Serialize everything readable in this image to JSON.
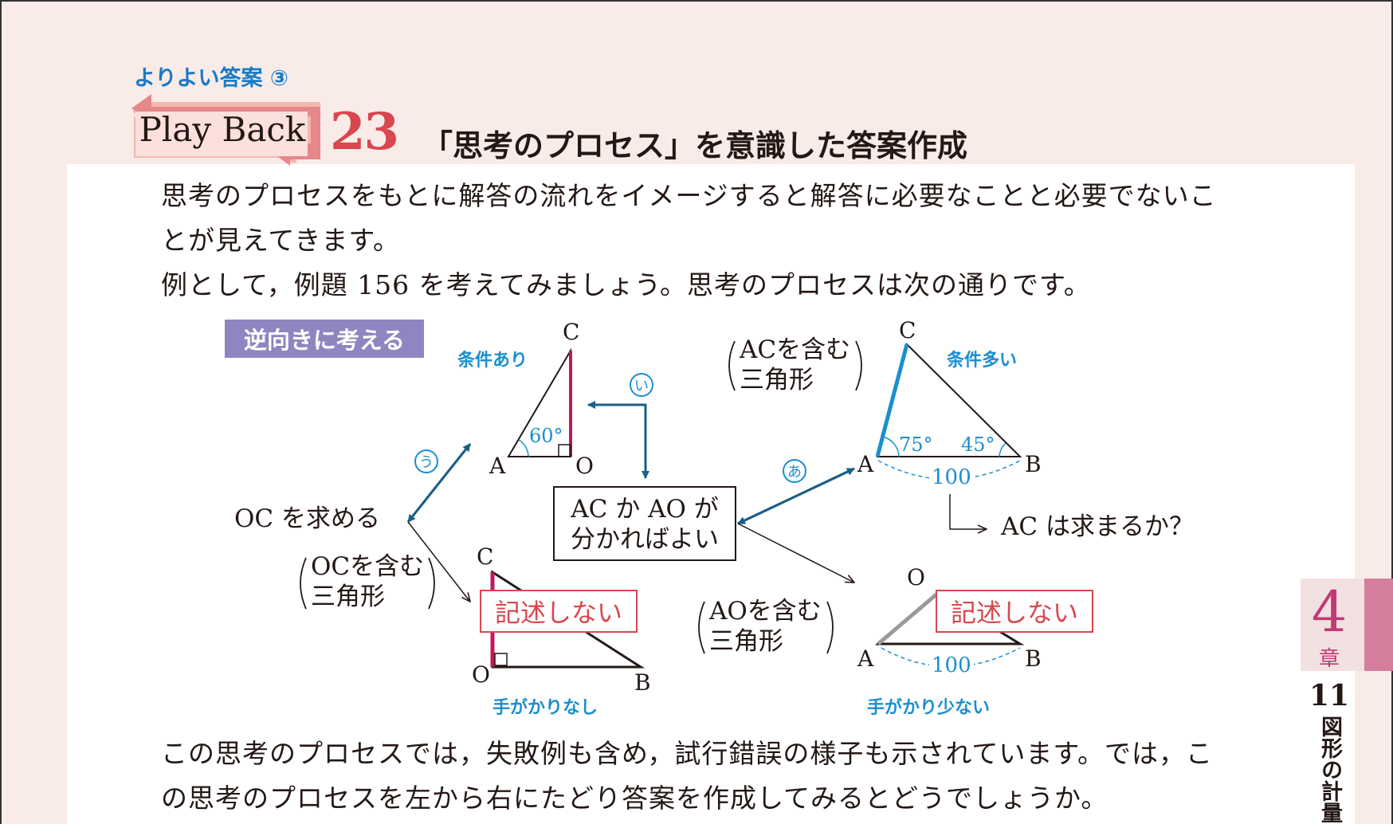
{
  "header": {
    "subtitle": "よりよい答案 ③",
    "playback_label": "Play Back",
    "number": "23",
    "title": "「思考のプロセス」を意識した答案作成"
  },
  "intro": {
    "line1": "思考のプロセスをもとに解答の流れをイメージすると解答に必要なことと必要でないこ",
    "line2": "とが見えてきます。",
    "line3": "例として，例題 156 を考えてみましょう。思考のプロセスは次の通りです。"
  },
  "diagram": {
    "tag": "逆向きに考える",
    "start_text": "OC を求める",
    "center_box_line1": "AC か AO が",
    "center_box_line2": "分かればよい",
    "oc_tri_line1": "OCを含む",
    "oc_tri_line2": "三角形",
    "ac_tri_line1": "ACを含む",
    "ac_tri_line2": "三角形",
    "ao_tri_line1": "AOを含む",
    "ao_tri_line2": "三角形",
    "note_cond": "条件あり",
    "note_cond_many": "条件多い",
    "note_no_clue": "手がかりなし",
    "note_few_clue": "手がかり少ない",
    "no_write_1": "記述しない",
    "no_write_2": "記述しない",
    "ac_question": "AC は求まるか？",
    "marks": {
      "a": "あ",
      "i": "い",
      "u": "う"
    },
    "tri1": {
      "C": "C",
      "A": "A",
      "O": "O",
      "angle": "60°"
    },
    "tri2": {
      "C": "C",
      "A": "A",
      "B": "B",
      "angleA": "75°",
      "angleB": "45°",
      "length": "100"
    },
    "tri3": {
      "C": "C",
      "O": "O",
      "B": "B"
    },
    "tri4": {
      "O": "O",
      "A": "A",
      "B": "B",
      "length": "100"
    }
  },
  "outro": {
    "line1": "この思考のプロセスでは，失敗例も含め，試行錯誤の様子も示されています。では，こ",
    "line2": "の思考のプロセスを左から右にたどり答案を作成してみるとどうでしょうか。"
  },
  "sidebar": {
    "chapter_number": "4",
    "chapter_label": "章",
    "section_number": "11",
    "section_title": "図形の計量"
  },
  "colors": {
    "accent_red": "#d8474e",
    "accent_blue": "#1a8fcf",
    "tag_purple": "#9085c0",
    "page_pink": "#f9ebe8",
    "arrow_teal": "#1a5f86"
  }
}
